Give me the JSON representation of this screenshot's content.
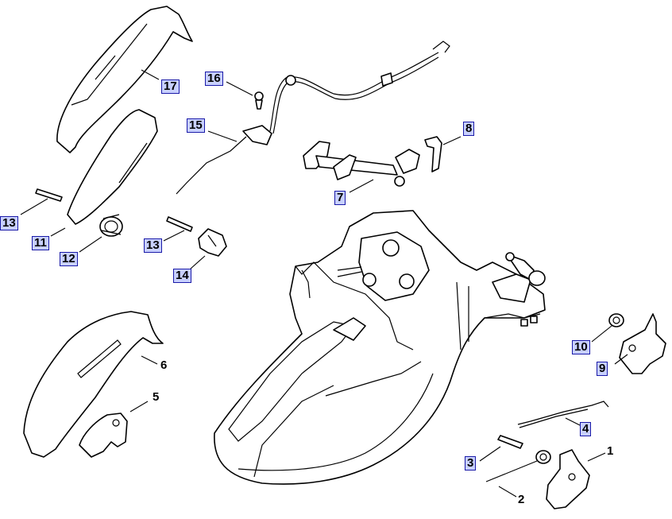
{
  "labels": {
    "l1": "1",
    "l2": "2",
    "l3": "3",
    "l4": "4",
    "l5": "5",
    "l6": "6",
    "l7": "7",
    "l8": "8",
    "l9": "9",
    "l10": "10",
    "l11": "11",
    "l12": "12",
    "l13a": "13",
    "l13b": "13",
    "l14": "14",
    "l15": "15",
    "l16": "16",
    "l17": "17"
  },
  "colors": {
    "label_box_fill": "#c8d0ff",
    "label_box_border": "#1a1aa8",
    "line": "#000000"
  }
}
